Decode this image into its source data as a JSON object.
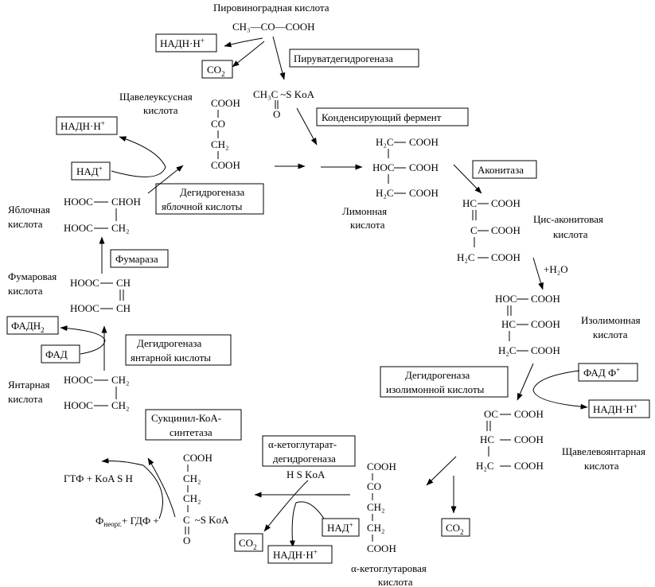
{
  "pyruvate": {
    "name": "Пировиноградная кислота",
    "formula": "CH₃—CO—COOH"
  },
  "enzymes": {
    "pdh": "Пируватдегидрогеназа",
    "condensing": "Конденсирующий фермент",
    "aconitase": "Аконитаза",
    "icdh_1": "Дегидрогеназа",
    "icdh_2": "изолимонной кислоты",
    "akgdh_1": "α-кетоглутарат-",
    "akgdh_2": "дегидрогеназа",
    "scs_1": "Сукцинил-КоА-",
    "scs_2": "синтетаза",
    "sdh_1": "Дегидрогеназа",
    "sdh_2": "янтарной кислоты",
    "fumarase": "Фумараза",
    "mdh_1": "Дегидрогеназа",
    "mdh_2": "яблочной кислоты"
  },
  "cofactors": {
    "nadh": "НАДН·Н",
    "nad": "НАД",
    "plus": "+",
    "co2": "CO",
    "sub2": "2",
    "fadh": "ФАДН",
    "fad": "ФАД",
    "fad_f": "ФАД Ф",
    "gtp_coa": "ГТФ + KoA S H",
    "p_inorg": "Ф",
    "p_inorg_sub": "неорг.",
    "gdp_plus": "+ ГДФ +",
    "h_s_koa": "H S KoA",
    "water": "+H₂O"
  },
  "acetyl_coa": {
    "prefix": "CH₃C",
    "link": "~S KoA",
    "oxygen": "O"
  },
  "oxaloacetate": {
    "name_1": "Щавелеуксусная",
    "name_2": "кислота",
    "row1": "COOH",
    "row2": "CO",
    "row3": "CH₂",
    "row4": "COOH"
  },
  "citrate": {
    "name_1": "Лимонная",
    "name_2": "кислота",
    "row1_left": "H₂C",
    "row1_right": "COOH",
    "row2_left": "HOC",
    "row2_right": "COOH",
    "row3_left": "H₂C",
    "row3_right": "COOH"
  },
  "cis_aconitate": {
    "name_1": "Цис-аконитовая",
    "name_2": "кислота",
    "row1_left": "HC",
    "row1_right": "COOH",
    "row2_left": "C",
    "row2_right": "COOH",
    "row3_left": "H₂C",
    "row3_right": "COOH"
  },
  "isocitrate": {
    "name_1": "Изолимонная",
    "name_2": "кислота",
    "row1_left": "HOC",
    "row1_right": "COOH",
    "row2_left": "HC",
    "row2_right": "COOH",
    "row3_left": "H₂C",
    "row3_right": "COOH"
  },
  "oxalosuccinate": {
    "name_1": "Щавелевоянтарная",
    "name_2": "кислота",
    "row1_left": "OC",
    "row1_right": "COOH",
    "row2_left": "HC",
    "row2_right": "COOH",
    "row3_left": "H₂C",
    "row3_right": "COOH"
  },
  "akg": {
    "name_1": "α-кетоглутаровая",
    "name_2": "кислота",
    "row1": "COOH",
    "row2": "CO",
    "row3": "CH₂",
    "row4": "CH₂",
    "row5": "COOH"
  },
  "succinyl_coa": {
    "row1": "COOH",
    "row2": "CH₂",
    "row3": "CH₂",
    "row4": "C",
    "link": "~S KoA",
    "oxygen": "O"
  },
  "succinate": {
    "name_1": "Янтарная",
    "name_2": "кислота",
    "row1_left": "HOOC",
    "row1_right": "CH₂",
    "row2_left": "HOOC",
    "row2_right": "CH₂"
  },
  "fumarate": {
    "name_1": "Фумаровая",
    "name_2": "кислота",
    "row1_left": "HOOC",
    "row1_right": "CH",
    "row2_left": "HOOC",
    "row2_right": "CH"
  },
  "malate": {
    "name_1": "Яблочная",
    "name_2": "кислота",
    "row1_left": "HOOC",
    "row1_right": "CHOH",
    "row2_left": "HOOC",
    "row2_right": "CH₂"
  }
}
